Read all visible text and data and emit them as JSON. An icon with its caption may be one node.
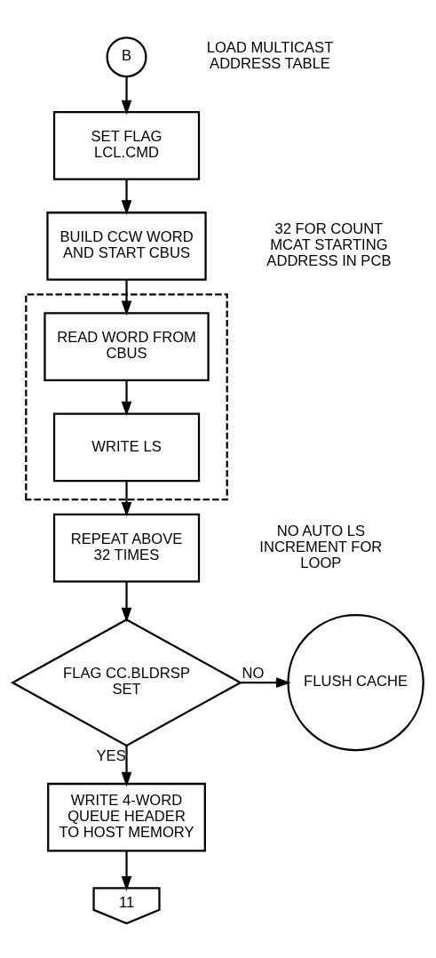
{
  "diagram": {
    "nodes": [
      {
        "text": [
          "B"
        ],
        "beside": [
          "LOAD MULTICAST ADDRESS TABLE"
        ]
      },
      {
        "text": [
          "SET FLAG LCL.CMD"
        ]
      },
      {
        "text": [
          "BUILD CCW WORD AND START CBUS"
        ],
        "beside": [
          "32 FOR COUNT MCAT STARTING ADDRESS IN PCB"
        ]
      },
      {
        "text": [],
        "shape": "box"
      },
      {
        "text": [
          "READ WORD FROM CBUS"
        ],
        "in": 3
      },
      {
        "text": [
          "WRITE LS"
        ],
        "in": 3
      },
      {
        "text": [
          "REPEAT ABOVE 32 TIMES"
        ],
        "beside": [
          "NO AUTO LS INCREMENT FOR LOOP"
        ]
      },
      {
        "text": [
          "FLAG CC.BLDRSP SET"
        ]
      },
      {
        "text": [
          "FLUSH CACHE"
        ]
      },
      {
        "text": [
          "WRITE 4-WORD QUEUE HEADER TO HOST MEMORY"
        ]
      },
      {
        "text": [
          "11"
        ]
      }
    ],
    "edges": [
      {
        "from": 0,
        "to": 1,
        "arrow": "to"
      },
      {
        "from": 1,
        "to": 2,
        "arrow": "to"
      },
      {
        "from": 2,
        "to": 4,
        "arrow": "to"
      },
      {
        "from": 4,
        "to": 5,
        "arrow": "to"
      },
      {
        "from": 5,
        "to": 6,
        "arrow": "to"
      },
      {
        "from": 6,
        "to": 7,
        "arrow": "to"
      },
      {
        "from": 7,
        "to": 8,
        "label": "NO",
        "arrow": "to"
      },
      {
        "from": 7,
        "to": 9,
        "label": "YES",
        "arrow": "to"
      },
      {
        "from": 9,
        "to": 10,
        "arrow": "to"
      }
    ]
  }
}
